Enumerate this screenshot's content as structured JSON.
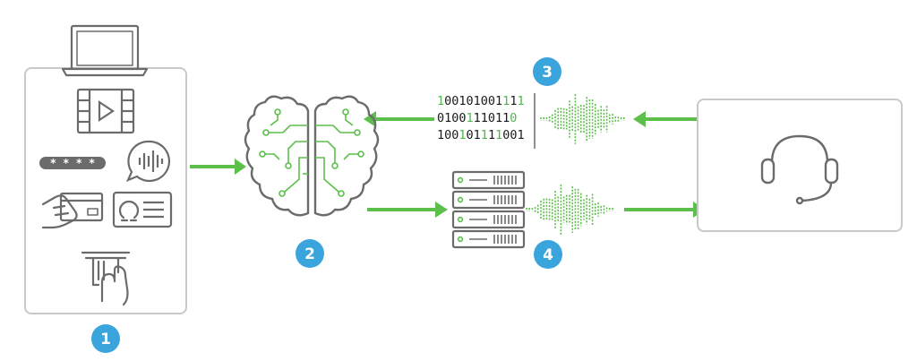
{
  "colors": {
    "accent_green": "#5bbf4a",
    "badge_blue": "#3aa5dc",
    "outline_gray": "#6b6b6b",
    "panel_border": "#c9c9c9"
  },
  "steps": {
    "step1": "1",
    "step2": "2",
    "step3": "3",
    "step4": "4"
  },
  "password_mask": "* * * *",
  "binary_lines": [
    {
      "parts": [
        {
          "t": "1",
          "g": true
        },
        {
          "t": "00101001",
          "g": false
        },
        {
          "t": "1",
          "g": true
        },
        {
          "t": "1",
          "g": false
        },
        {
          "t": "1",
          "g": true
        }
      ]
    },
    {
      "parts": [
        {
          "t": "0100",
          "g": false
        },
        {
          "t": "1",
          "g": true
        },
        {
          "t": "11011",
          "g": false
        },
        {
          "t": "0",
          "g": true
        }
      ]
    },
    {
      "parts": [
        {
          "t": "100",
          "g": false
        },
        {
          "t": "1",
          "g": true
        },
        {
          "t": "01",
          "g": false
        },
        {
          "t": "1",
          "g": true
        },
        {
          "t": "1",
          "g": false
        },
        {
          "t": "1",
          "g": true
        },
        {
          "t": "001",
          "g": false
        }
      ]
    }
  ],
  "icons": [
    "laptop-icon",
    "video-icon",
    "password-field-icon",
    "voice-message-icon",
    "card-payment-icon",
    "id-card-icon",
    "atm-card-icon",
    "brain-icon",
    "server-rack-icon",
    "headset-icon",
    "sound-wave-icon"
  ]
}
